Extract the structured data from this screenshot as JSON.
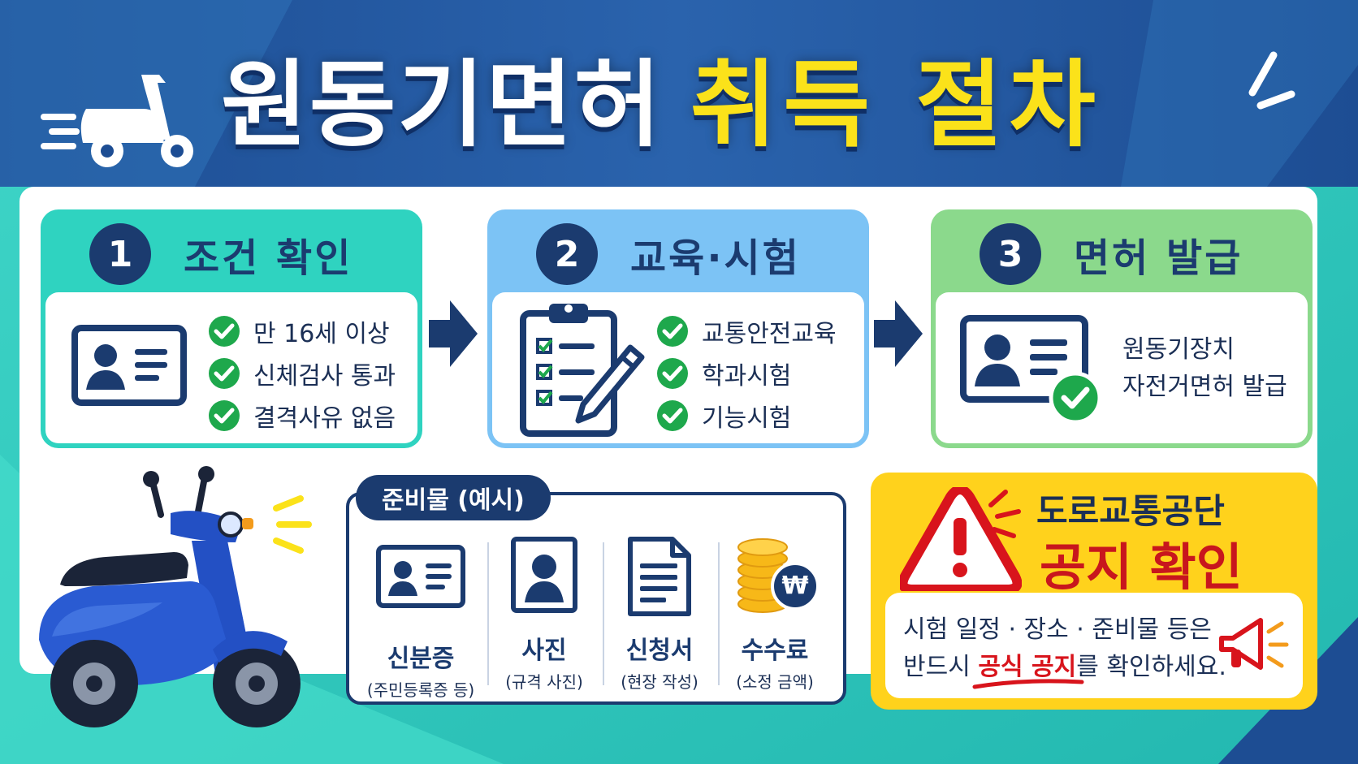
{
  "title": {
    "part1": "원동기면허",
    "part2": "취득 절차"
  },
  "steps": [
    {
      "number": "1",
      "title": "조건 확인",
      "checks": [
        "만 16세 이상",
        "신체검사 통과",
        "결격사유 없음"
      ]
    },
    {
      "number": "2",
      "title": "교육·시험",
      "checks": [
        "교통안전교육",
        "학과시험",
        "기능시험"
      ]
    },
    {
      "number": "3",
      "title": "면허 발급",
      "result_lines": [
        "원동기장치",
        "자전거면허 발급"
      ]
    }
  ],
  "supplies": {
    "label": "준비물 (예시)",
    "items": [
      {
        "name": "신분증",
        "sub": "(주민등록증 등)",
        "icon": "id-card-icon"
      },
      {
        "name": "사진",
        "sub": "(규격 사진)",
        "icon": "photo-icon"
      },
      {
        "name": "신청서",
        "sub": "(현장 작성)",
        "icon": "document-icon"
      },
      {
        "name": "수수료",
        "sub": "(소정 금액)",
        "icon": "coins-won-icon",
        "won": "₩"
      }
    ]
  },
  "notice": {
    "title1": "도로교통공단",
    "title2": "공지 확인",
    "line1": "시험 일정 · 장소 · 준비물 등은",
    "line2_pre": "반드시 ",
    "line2_em": "공식 공지",
    "line2_post": "를 확인하세요."
  },
  "colors": {
    "navy": "#1b3b6f",
    "step1": "#2fd3c0",
    "step2": "#7cc3f5",
    "step3": "#8bd98c",
    "check_green": "#1ea84c",
    "title_yellow": "#fbe21a",
    "notice_yellow": "#ffd21c",
    "notice_red": "#c8161d"
  }
}
